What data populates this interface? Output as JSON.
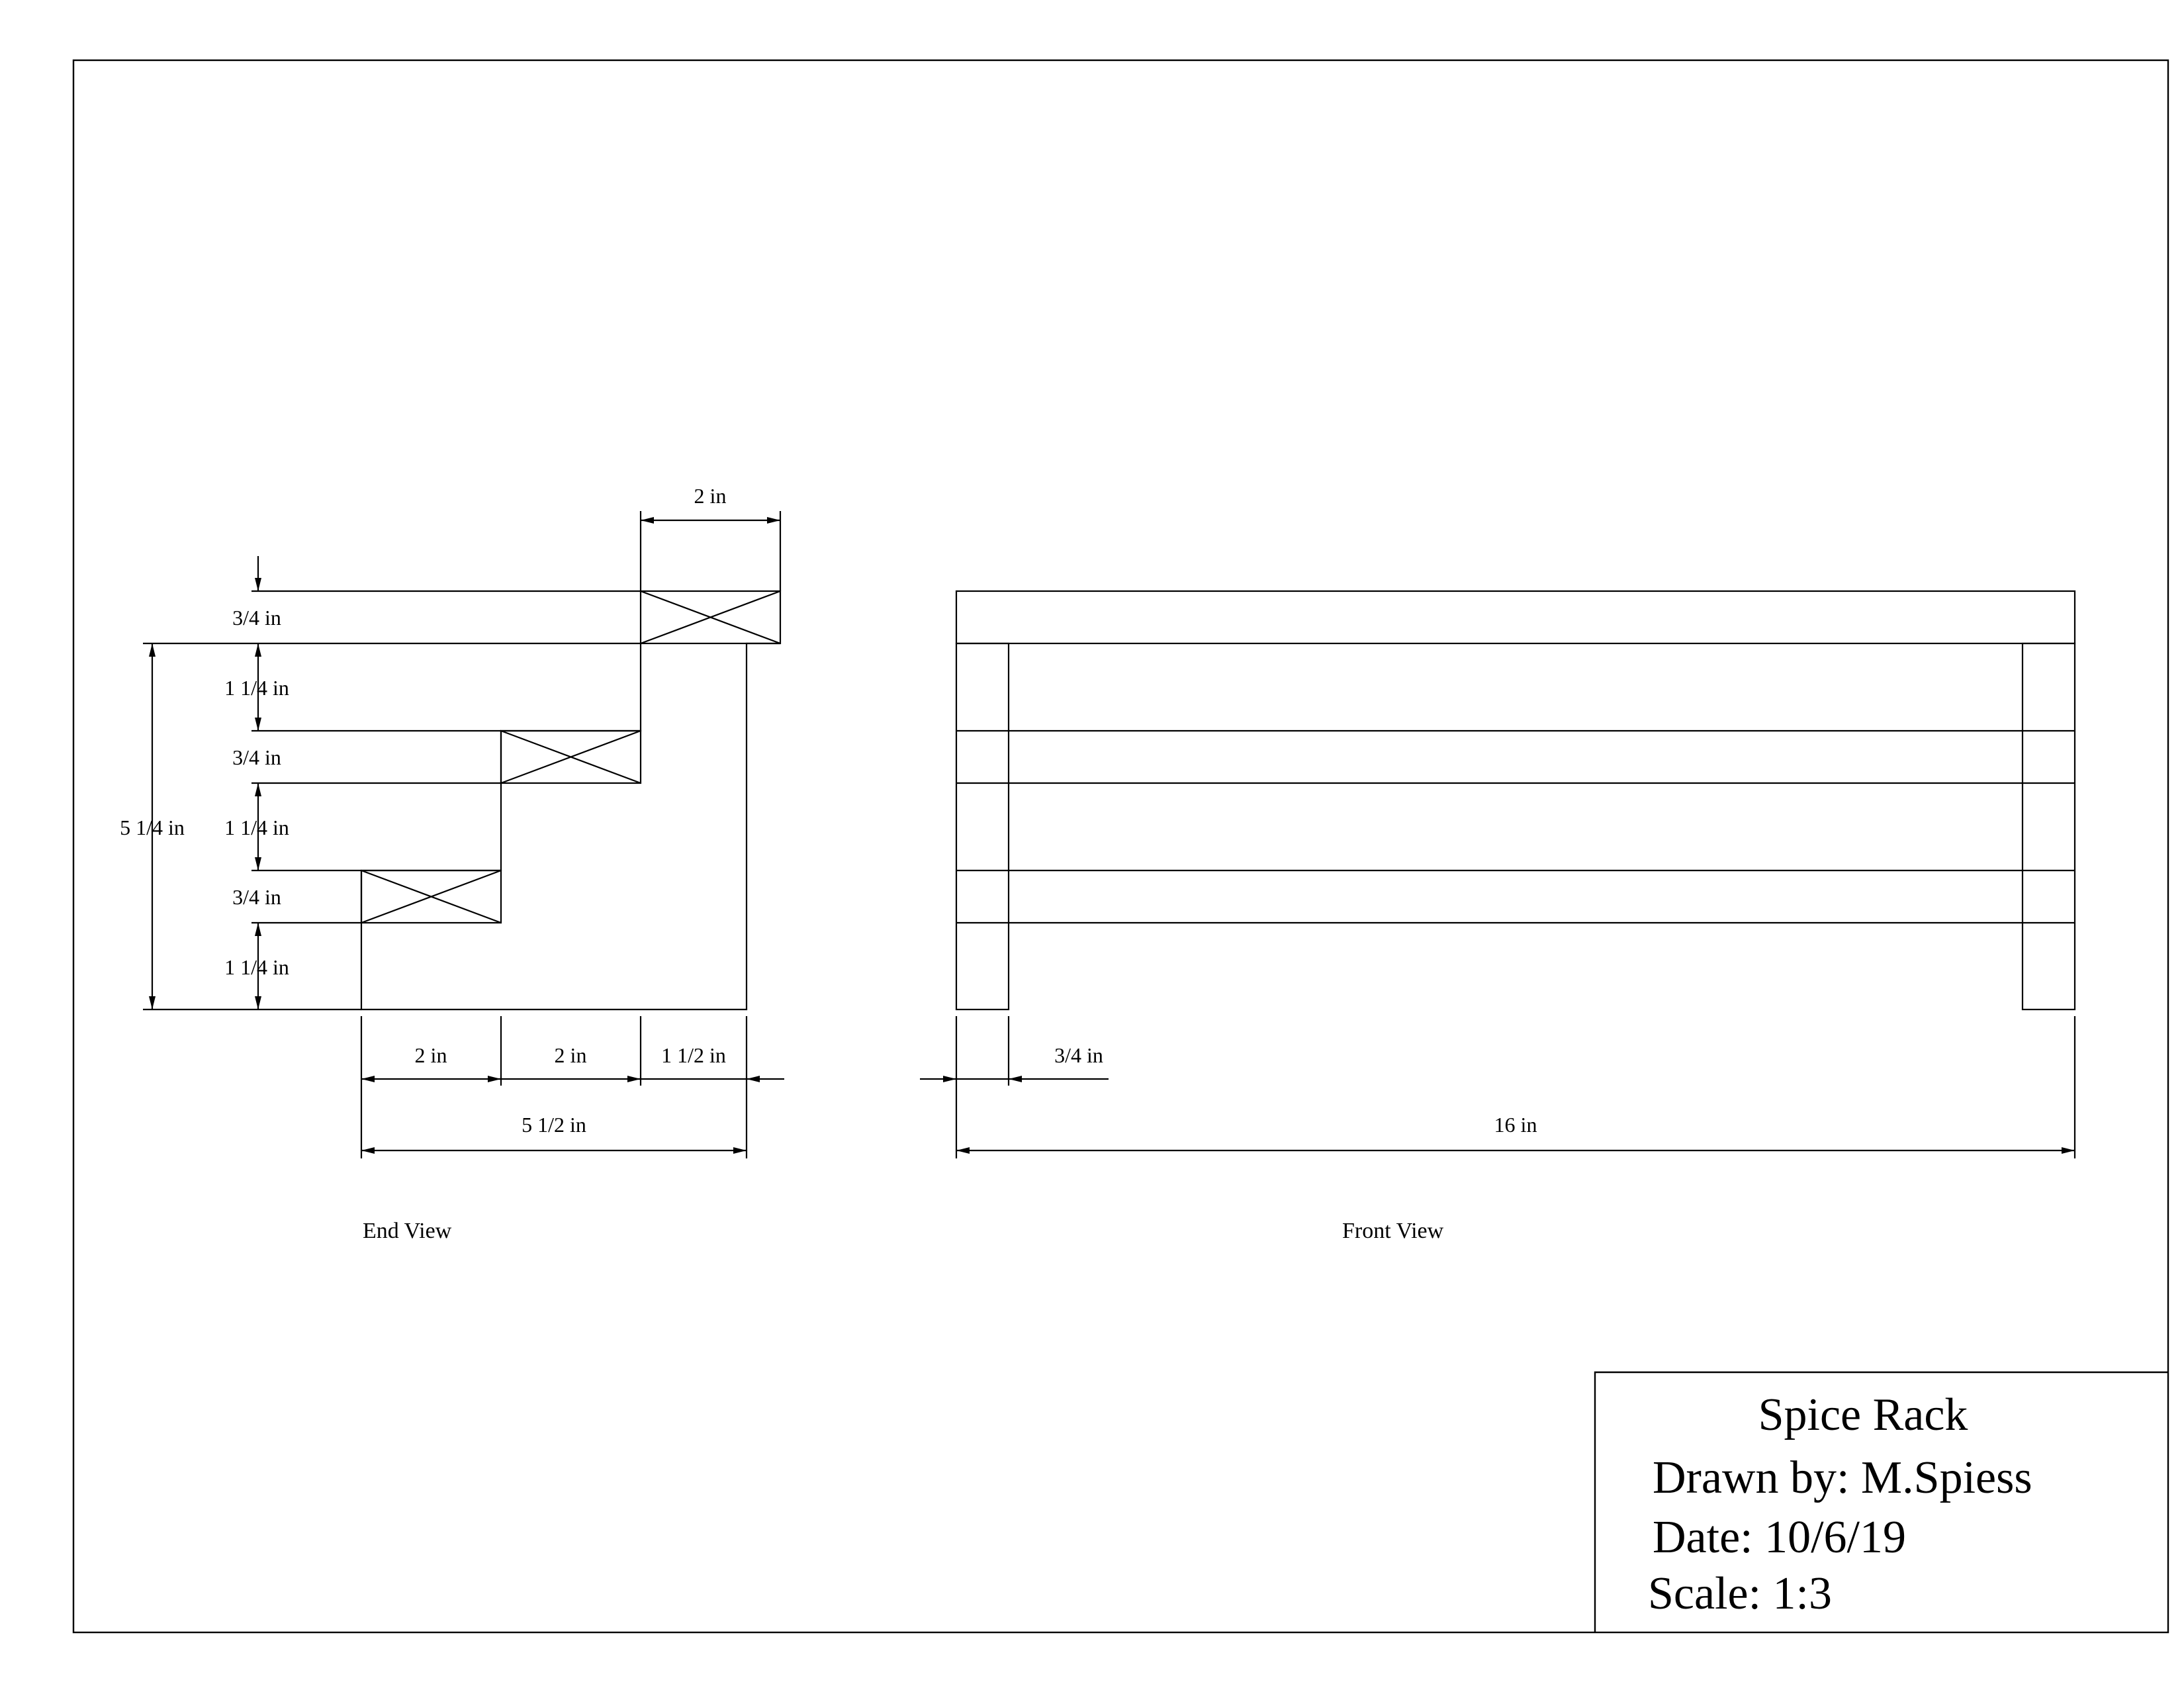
{
  "end_view": {
    "caption": "End View",
    "dims": {
      "top_width": "2 in",
      "shelf_thickness_1": "3/4 in",
      "gap_1": "1 1/4 in",
      "shelf_thickness_2": "3/4 in",
      "gap_2": "1 1/4 in",
      "shelf_thickness_3": "3/4 in",
      "gap_3": "1 1/4 in",
      "overall_height": "5 1/4 in",
      "step_1": "2 in",
      "step_2": "2 in",
      "step_3": "1 1/2 in",
      "overall_depth": "5 1/2 in"
    }
  },
  "front_view": {
    "caption": "Front View",
    "dims": {
      "leg_width": "3/4 in",
      "overall_length": "16 in"
    }
  },
  "title_block": {
    "title": "Spice Rack",
    "drawn_by": "Drawn by: M.Spiess",
    "date": "Date: 10/6/19",
    "scale": "Scale: 1:3"
  }
}
